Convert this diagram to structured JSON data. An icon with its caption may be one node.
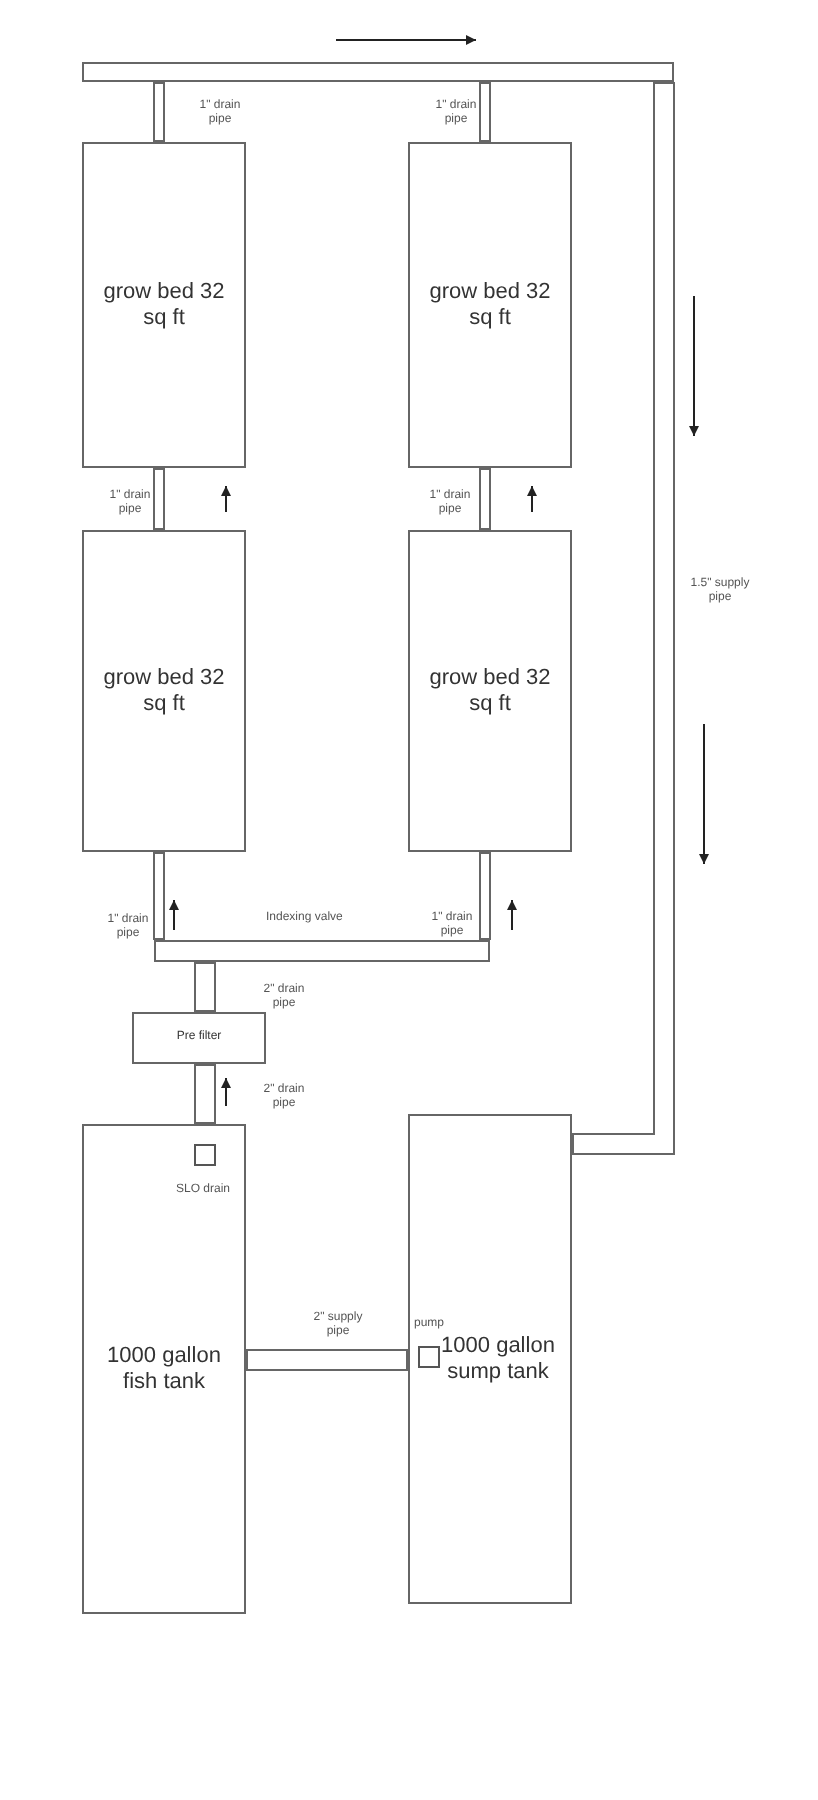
{
  "diagram": {
    "nodes": [
      {
        "text": [],
        "shape": "bar"
      },
      {
        "text": [
          "grow bed 32 sq ft"
        ]
      },
      {
        "text": [
          "grow bed 32 sq ft"
        ]
      },
      {
        "text": [
          "grow bed 32 sq ft"
        ]
      },
      {
        "text": [
          "grow bed 32 sq ft"
        ]
      },
      {
        "text": [],
        "shape": "bar",
        "beside": [
          "Indexing valve"
        ]
      },
      {
        "text": [
          "Pre filter"
        ]
      },
      {
        "text": [
          "1000 gallon fish tank"
        ]
      },
      {
        "text": [],
        "shape": "box",
        "in": 7,
        "beside": [
          "SLO drain"
        ]
      },
      {
        "text": [
          "1000 gallon sump tank"
        ]
      },
      {
        "text": [],
        "shape": "box",
        "in": 9,
        "beside": [
          "pump"
        ]
      }
    ],
    "edges": [
      {
        "from": 0,
        "to": 1,
        "arrow": "none",
        "label": "1\" drain pipe"
      },
      {
        "from": 0,
        "to": 2,
        "arrow": "none",
        "label": "1\" drain pipe"
      },
      {
        "from": 1,
        "to": 3,
        "arrow": "none",
        "label": "1\" drain pipe"
      },
      {
        "from": 2,
        "to": 4,
        "arrow": "none",
        "label": "1\" drain pipe"
      },
      {
        "from": 3,
        "to": 5,
        "arrow": "none",
        "label": "1\" drain pipe"
      },
      {
        "from": 4,
        "to": 5,
        "arrow": "none",
        "label": "1\" drain pipe"
      },
      {
        "from": 5,
        "to": 6,
        "arrow": "none",
        "label": "2\" drain pipe",
        "style": "thick"
      },
      {
        "from": 6,
        "to": 7,
        "arrow": "none",
        "label": "2\" drain pipe",
        "style": "thick"
      },
      {
        "from": 7,
        "to": 9,
        "arrow": "none",
        "label": "2\" supply pipe",
        "style": "thick"
      },
      {
        "from": 9,
        "to": 0,
        "arrow": "none",
        "label": "1.5\" supply pipe",
        "style": "thick"
      }
    ]
  }
}
